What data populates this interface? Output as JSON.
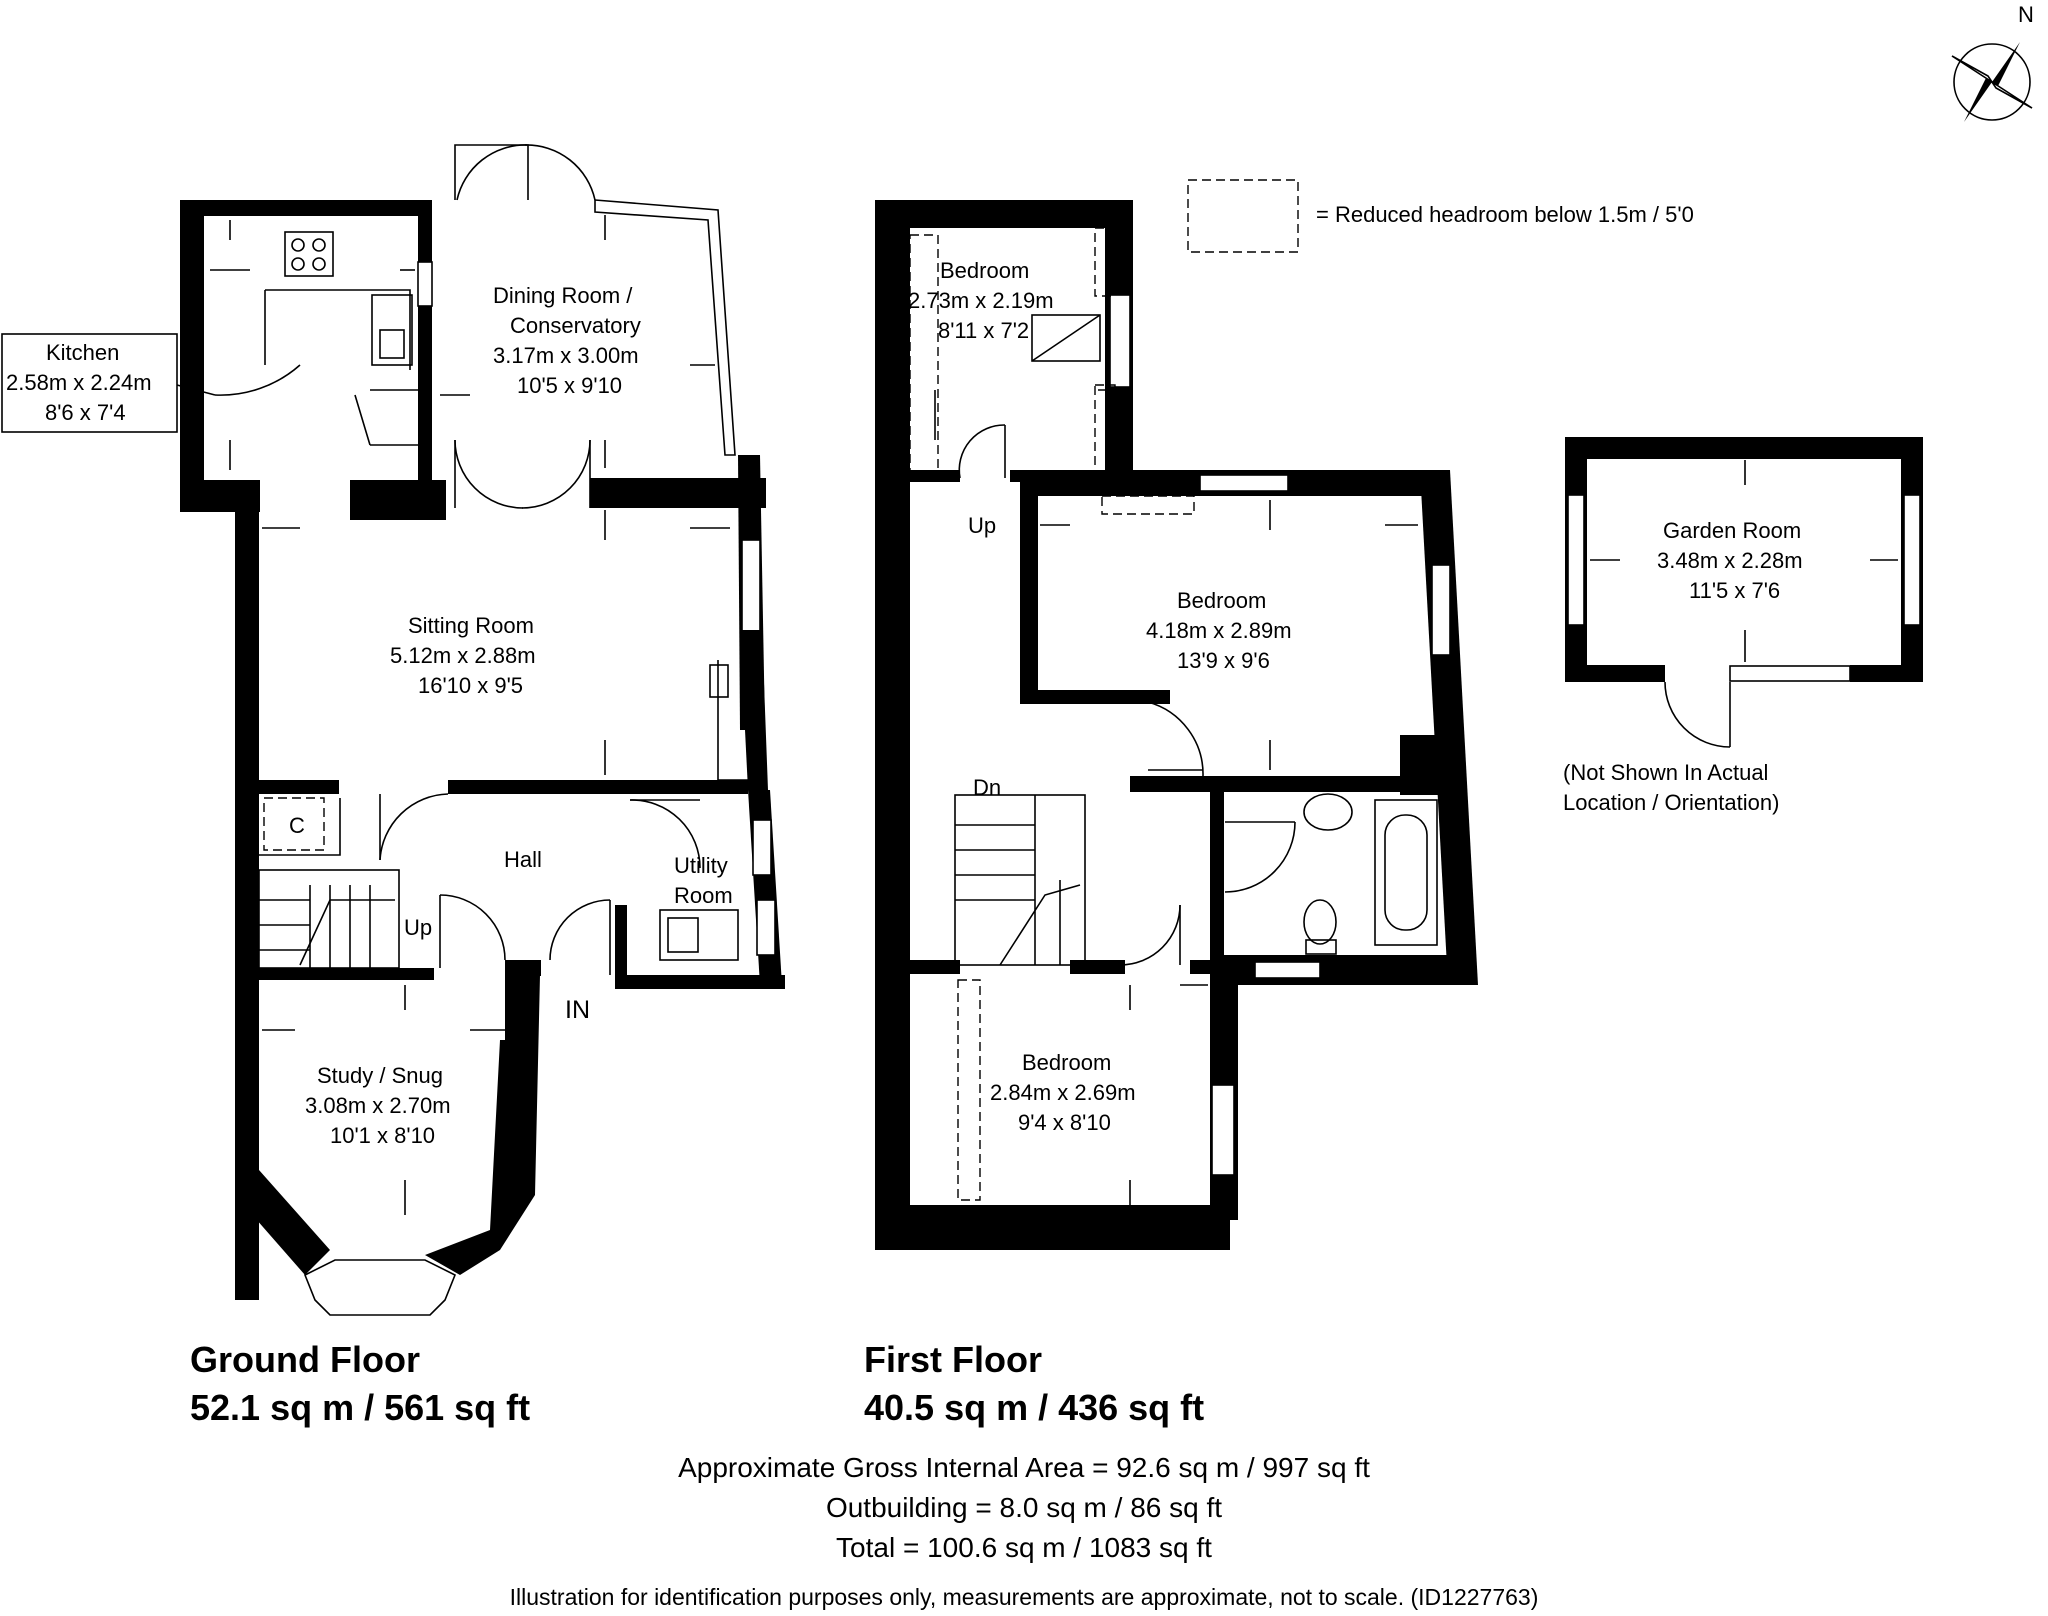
{
  "rooms": {
    "kitchen": {
      "name": "Kitchen",
      "metric": "2.58m x 2.24m",
      "imperial": "8'6 x 7'4"
    },
    "dining": {
      "name1": "Dining Room /",
      "name2": "Conservatory",
      "metric": "3.17m x 3.00m",
      "imperial": "10'5 x 9'10"
    },
    "sitting": {
      "name": "Sitting Room",
      "metric": "5.12m x 2.88m",
      "imperial": "16'10 x 9'5"
    },
    "hall": {
      "name": "Hall"
    },
    "utility": {
      "name1": "Utility",
      "name2": "Room"
    },
    "study": {
      "name": "Study / Snug",
      "metric": "3.08m x 2.70m",
      "imperial": "10'1 x 8'10"
    },
    "bedroom_small": {
      "name": "Bedroom",
      "metric": "2.73m x 2.19m",
      "imperial": "8'11 x 7'2"
    },
    "bedroom_main": {
      "name": "Bedroom",
      "metric": "4.18m x 2.89m",
      "imperial": "13'9 x 9'6"
    },
    "bedroom_third": {
      "name": "Bedroom",
      "metric": "2.84m x 2.69m",
      "imperial": "9'4 x 8'10"
    },
    "garden_room": {
      "name": "Garden Room",
      "metric": "3.48m x 2.28m",
      "imperial": "11'5 x 7'6"
    }
  },
  "markers": {
    "cupboard": "C",
    "up_ground": "Up",
    "up_first": "Up",
    "down_first": "Dn",
    "entrance": "IN",
    "compass": "N"
  },
  "legend": {
    "text": "= Reduced headroom below 1.5m / 5'0"
  },
  "garden_note": {
    "line1": "(Not Shown In Actual",
    "line2": "Location / Orientation)"
  },
  "floors": {
    "ground": {
      "title": "Ground Floor",
      "area": "52.1 sq m / 561 sq ft"
    },
    "first": {
      "title": "First Floor",
      "area": "40.5 sq m / 436 sq ft"
    }
  },
  "summary": {
    "gross": "Approximate Gross Internal Area = 92.6 sq m / 997 sq ft",
    "outbuilding": "Outbuilding = 8.0 sq m / 86 sq ft",
    "total": "Total = 100.6 sq m / 1083 sq ft"
  },
  "disclaimer": "Illustration for identification purposes only, measurements are approximate, not to scale. (ID1227763)"
}
